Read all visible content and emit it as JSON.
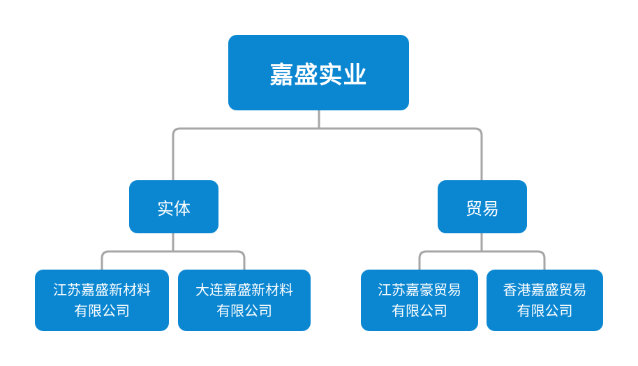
{
  "org_chart": {
    "root": {
      "label": "嘉盛实业"
    },
    "branches": [
      {
        "label": "实体",
        "children": [
          {
            "line1": "江苏嘉盛新材料",
            "line2": "有限公司"
          },
          {
            "line1": "大连嘉盛新材料",
            "line2": "有限公司"
          }
        ]
      },
      {
        "label": "贸易",
        "children": [
          {
            "line1": "江苏嘉豪贸易",
            "line2": "有限公司"
          },
          {
            "line1": "香港嘉盛贸易",
            "line2": "有限公司"
          }
        ]
      }
    ],
    "colors": {
      "node_fill": "#0b87d2",
      "node_text": "#ffffff",
      "connector": "#a6a6a6",
      "background": "#ffffff"
    }
  }
}
